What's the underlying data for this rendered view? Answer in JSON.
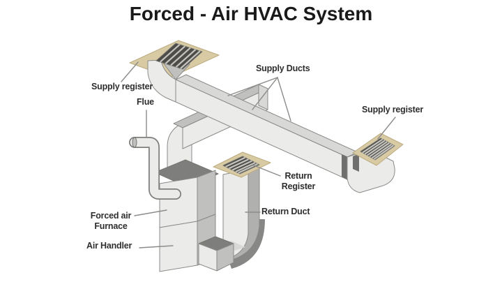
{
  "title": "Forced - Air HVAC System",
  "labels": {
    "supply_register_left": "Supply register",
    "flue": "Flue",
    "supply_ducts": "Supply Ducts",
    "supply_register_right": "Supply register",
    "return_register": {
      "line1": "Return",
      "line2": "Register"
    },
    "return_duct": "Return Duct",
    "furnace": {
      "line1": "Forced air",
      "line2": "Furnace"
    },
    "air_handler": "Air Handler"
  },
  "colors": {
    "background": "#ffffff",
    "title_text": "#1a1a1a",
    "label_text": "#2e2e2e",
    "leader_line": "#8c8c8a",
    "duct_face": "#ebebe9",
    "duct_top": "#d8d8d6",
    "duct_side": "#c0c0be",
    "duct_side_dark": "#b0b0ae",
    "duct_dark": "#7e7e7c",
    "junction_shadow": "#6f6f6d",
    "curve_shadow": "#878785",
    "register_plate": "#d8caa3",
    "register_plate_edge": "#bcab7f",
    "grille_dark": "#4e4c48",
    "grille_slat": "#c6c4bf",
    "outline": "#8a8a88"
  }
}
